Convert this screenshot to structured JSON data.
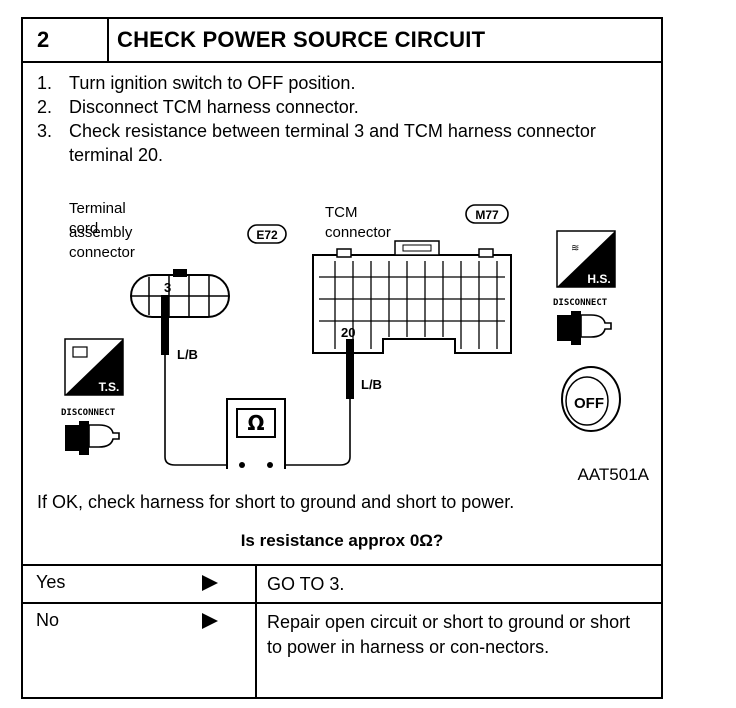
{
  "header": {
    "step_number": "2",
    "title": "CHECK POWER SOURCE CIRCUIT"
  },
  "steps": [
    {
      "num": "1.",
      "text": "Turn ignition switch to OFF position."
    },
    {
      "num": "2.",
      "text": "Disconnect TCM harness connector."
    },
    {
      "num": "3.",
      "text": "Check resistance between terminal 3 and TCM harness connector terminal 20."
    }
  ],
  "diagram": {
    "terminal_cord_label_line1": "Terminal cord",
    "terminal_cord_label_line2": "assembly connector",
    "terminal_cord_connector_id": "E72",
    "tcm_label": "TCM connector",
    "tcm_connector_id": "M77",
    "terminal_3": "3",
    "terminal_20": "20",
    "wire_left": "L/B",
    "wire_right": "L/B",
    "meter_symbol": "Ω",
    "ts_badge": "T.S.",
    "hs_badge": "H.S.",
    "disconnect_left": "DISCONNECT",
    "disconnect_right": "DISCONNECT",
    "off_label": "OFF",
    "figure_ref": "AAT501A"
  },
  "note": "If OK, check harness for short to ground and short to power.",
  "question": "Is resistance approx 0Ω?",
  "answers": [
    {
      "answer": "Yes",
      "action": "GO TO 3."
    },
    {
      "answer": "No",
      "action": "Repair open circuit or short to ground or short to power in harness or con-nectors."
    }
  ]
}
